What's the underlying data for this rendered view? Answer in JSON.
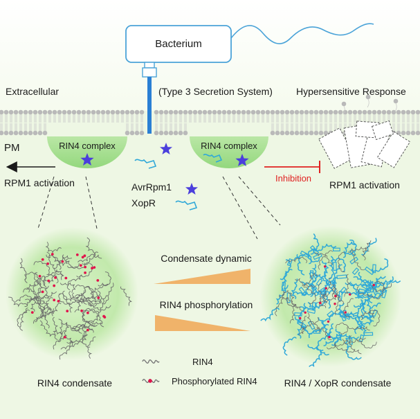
{
  "labels": {
    "bacterium": "Bacterium",
    "extracellular": "Extracellular",
    "t3ss": "(Type 3 Secretion System)",
    "hypersensitive_response": "Hypersensitive Response",
    "pm": "PM",
    "rin4_complex_left": "RIN4 complex",
    "rin4_complex_right": "RIN4 complex",
    "rpm1_activation_left": "RPM1 activation",
    "rpm1_activation_right": "RPM1 activation",
    "inhibition": "Inhibition",
    "avrrpm1": "AvrRpm1",
    "xopr": "XopR",
    "condensate_dynamic": "Condensate dynamic",
    "rin4_phosphorylation": "RIN4 phosphorylation",
    "rin4_condensate": "RIN4 condensate",
    "rin4_xopr_condensate": "RIN4 / XopR condensate"
  },
  "legend": {
    "rin4": "RIN4",
    "phosphorylated_rin4": "Phosphorylated RIN4"
  },
  "colors": {
    "membrane_head": "#b9b9b9",
    "complex_green": "#9edc8a",
    "star": "#4b3fdc",
    "xopr_blue": "#2fa8d8",
    "inhibition_red": "#e02020",
    "wedge": "#f0b36a",
    "phospho_dot": "#e0144c"
  }
}
